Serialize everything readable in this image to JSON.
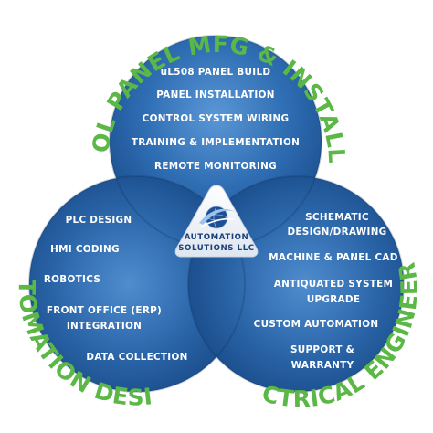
{
  "colors": {
    "arc_text": "#5cb846",
    "circle_top": "#2d6fb6",
    "circle_mid": "#1f5a9c",
    "circle_dark": "#123d72",
    "service_text": "#ffffff",
    "logo_text": "#1b3f7a"
  },
  "center_logo": {
    "icon": "globe-swoosh-icon",
    "line1": "Automation",
    "line2": "Solutions LLC"
  },
  "areas": {
    "top": {
      "title": "CONTROL PANEL MFG & INSTALLATION",
      "items": [
        "uL508 PANEL BUILD",
        "PANEL INSTALLATION",
        "CONTROL SYSTEM WIRING",
        "TRAINING & IMPLEMENTATION",
        "REMOTE MONITORING"
      ]
    },
    "left": {
      "title": "AUTOMATION DESIGN",
      "items": [
        "PLC DESIGN",
        "HMI CODING",
        "ROBOTICS",
        "FRONT OFFICE (ERP)",
        "INTEGRATION",
        "DATA COLLECTION"
      ]
    },
    "right": {
      "title": "ELECTRICAL ENGINEERING",
      "items": [
        "SCHEMATIC",
        "DESIGN/DRAWING",
        "MACHINE & PANEL CAD",
        "ANTIQUATED SYSTEM",
        "UPGRADE",
        "CUSTOM AUTOMATION",
        "SUPPORT &",
        "WARRANTY"
      ]
    }
  }
}
